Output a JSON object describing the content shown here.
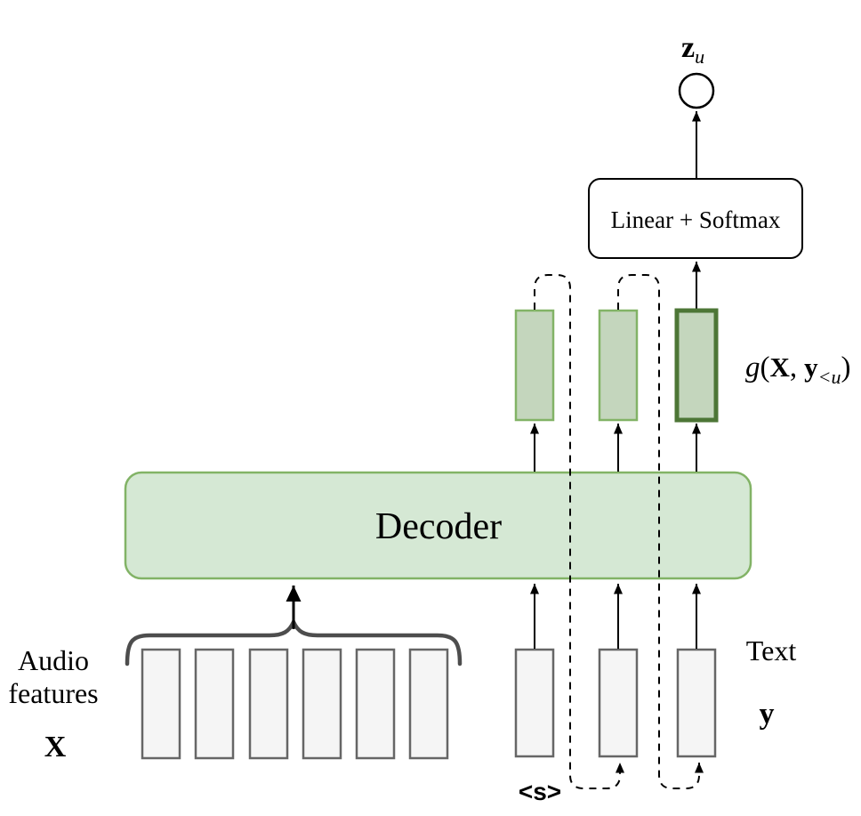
{
  "figure": {
    "output": {
      "symbol": "z",
      "subscript": "u"
    },
    "linear_softmax_label": "Linear + Softmax",
    "hidden_label": {
      "g": "g",
      "open": "(",
      "x": "X",
      "comma": ",",
      "y": "y",
      "subscript": "<u",
      "close": ")"
    },
    "decoder_label": "Decoder",
    "audio": {
      "line1": "Audio",
      "line2": "features",
      "symbol": "X"
    },
    "text": {
      "label": "Text",
      "symbol": "y",
      "start_token": "<s>"
    },
    "colors": {
      "decoder_fill": "#d5e8d4",
      "decoder_stroke": "#82b366",
      "hidden_fill": "#c4d6bd",
      "hidden_stroke": "#82b366",
      "hidden_active_stroke": "#4d7636",
      "cell_fill": "#f5f5f5",
      "cell_stroke": "#666666",
      "brace_color": "#4d4d4d",
      "line_color": "#000000",
      "node_fill": "#ffffff",
      "box_fill": "#ffffff",
      "box_stroke": "#000000"
    }
  }
}
